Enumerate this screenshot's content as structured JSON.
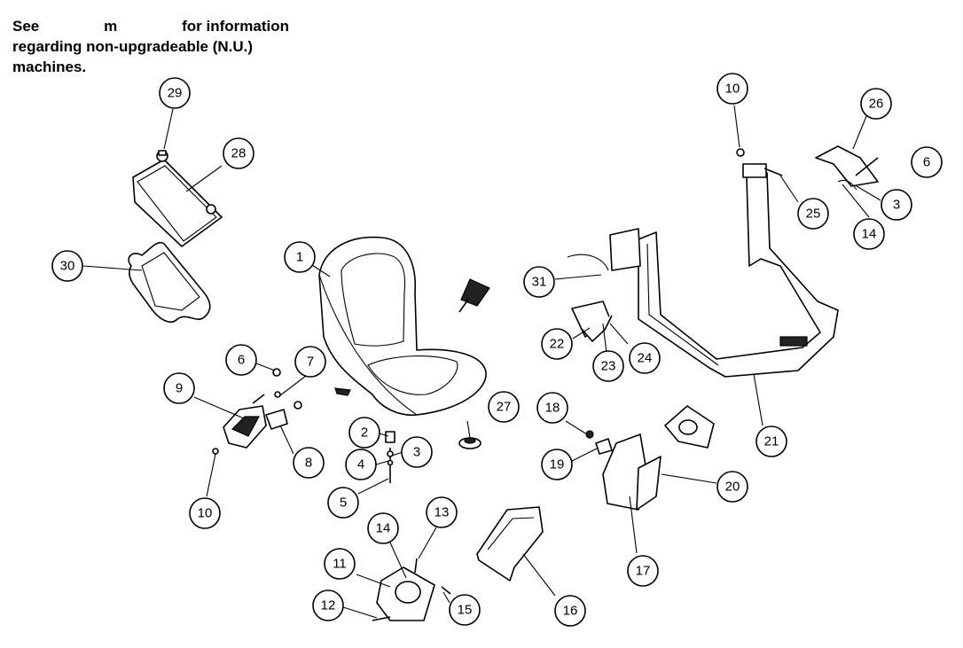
{
  "note": {
    "see": "See",
    "ref": "m",
    "rest1": "for information",
    "line2": "regarding non-upgradeable (N.U.)",
    "line3": "machines."
  },
  "callouts": [
    {
      "id": "c1",
      "label": "1"
    },
    {
      "id": "c2",
      "label": "2"
    },
    {
      "id": "c3a",
      "label": "3"
    },
    {
      "id": "c4",
      "label": "4"
    },
    {
      "id": "c5",
      "label": "5"
    },
    {
      "id": "c6a",
      "label": "6"
    },
    {
      "id": "c7",
      "label": "7"
    },
    {
      "id": "c8",
      "label": "8"
    },
    {
      "id": "c9",
      "label": "9"
    },
    {
      "id": "c10a",
      "label": "10"
    },
    {
      "id": "c11",
      "label": "11"
    },
    {
      "id": "c12",
      "label": "12"
    },
    {
      "id": "c13",
      "label": "13"
    },
    {
      "id": "c14a",
      "label": "14"
    },
    {
      "id": "c15",
      "label": "15"
    },
    {
      "id": "c16",
      "label": "16"
    },
    {
      "id": "c17",
      "label": "17"
    },
    {
      "id": "c18",
      "label": "18"
    },
    {
      "id": "c19",
      "label": "19"
    },
    {
      "id": "c20",
      "label": "20"
    },
    {
      "id": "c21",
      "label": "21"
    },
    {
      "id": "c22",
      "label": "22"
    },
    {
      "id": "c23",
      "label": "23"
    },
    {
      "id": "c24",
      "label": "24"
    },
    {
      "id": "c25",
      "label": "25"
    },
    {
      "id": "c26",
      "label": "26"
    },
    {
      "id": "c27",
      "label": "27"
    },
    {
      "id": "c28",
      "label": "28"
    },
    {
      "id": "c29",
      "label": "29"
    },
    {
      "id": "c30",
      "label": "30"
    },
    {
      "id": "c31",
      "label": "31"
    },
    {
      "id": "c10b",
      "label": "10"
    },
    {
      "id": "c3b",
      "label": "3"
    },
    {
      "id": "c14b",
      "label": "14"
    },
    {
      "id": "c6b",
      "label": "6"
    }
  ]
}
